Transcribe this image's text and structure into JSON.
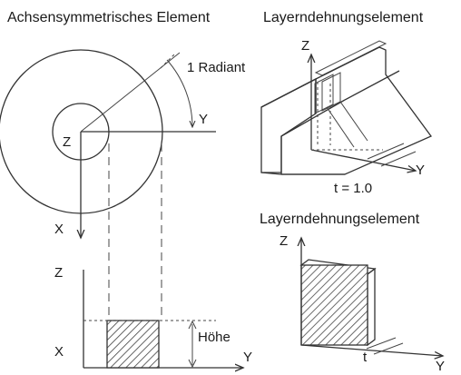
{
  "titles": {
    "axisymmetric": "Achsensymmetrisches Element",
    "layer_top": "Layerndehnungselement",
    "layer_bottom": "Layerndehnungselement"
  },
  "labels": {
    "radiant": "1 Radiant",
    "y_top_left": "Y",
    "z_top_left": "Z",
    "x_top_left": "X",
    "z_bottom_left": "Z",
    "x_bottom_left": "X",
    "y_bottom_left": "Y",
    "height": "Höhe",
    "z_top_right": "Z",
    "y_top_right": "Y",
    "thickness_top": "t = 1.0",
    "z_bottom_right": "Z",
    "y_bottom_right": "Y",
    "thickness_bottom": "t"
  }
}
